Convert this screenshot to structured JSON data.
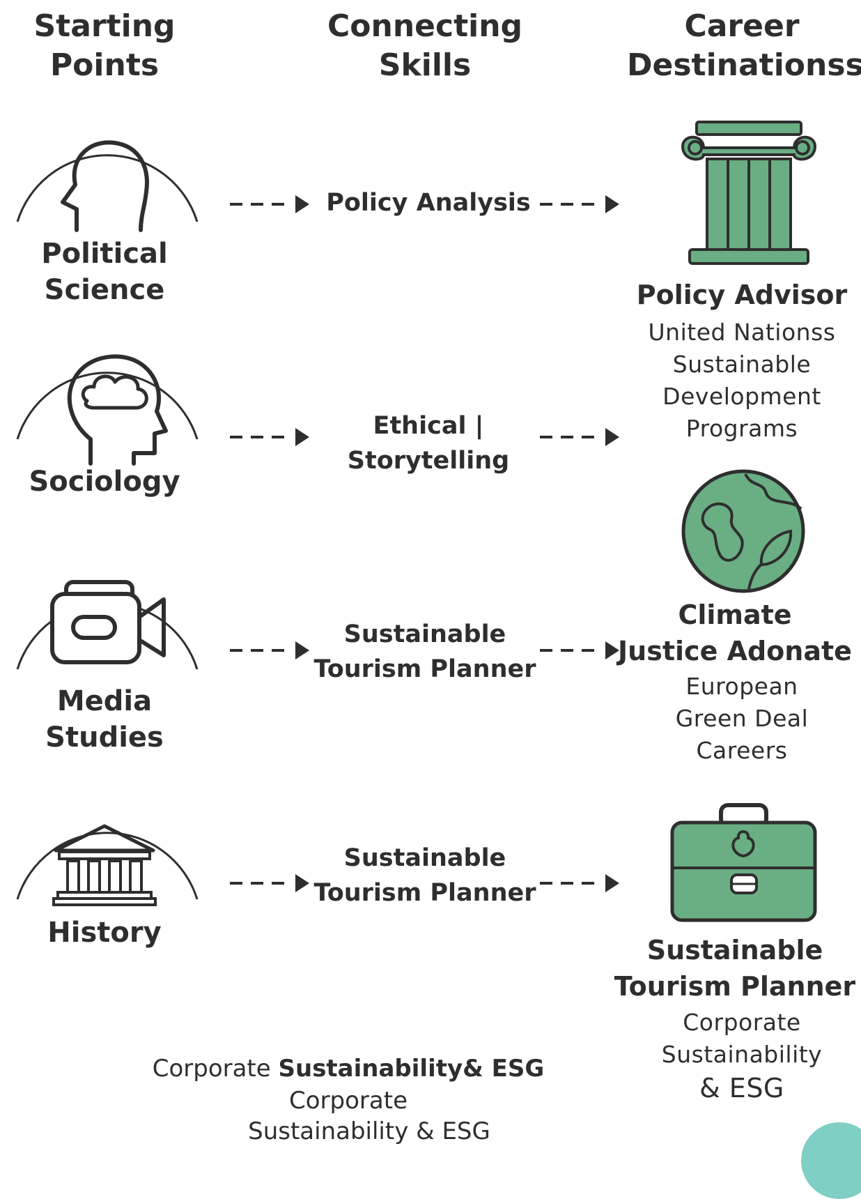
{
  "headers": {
    "starting": "Starting\nPoints",
    "connecting": "Connecting\nSkills",
    "destinations": "Career\nDestinationss"
  },
  "starting_points": [
    {
      "label": "Political\nScience",
      "icon": "head-profile-icon"
    },
    {
      "label": "Sociology",
      "icon": "head-brain-icon"
    },
    {
      "label": "Media\nStudies",
      "icon": "video-camera-icon"
    },
    {
      "label": "History",
      "icon": "classical-building-icon"
    }
  ],
  "skills": [
    {
      "label": "Policy Analysis"
    },
    {
      "label": "Ethical |\nStorytelling"
    },
    {
      "label": "Sustainable\nTourism Planner"
    },
    {
      "label": "Sustainable\nTourism Planner"
    }
  ],
  "destinations": [
    {
      "title": "Policy Advisor",
      "subtitle": "United Nationss\nSustainable\nDevelopment\nPrograms",
      "icon": "ionic-column-icon"
    },
    {
      "title": "Climate\nJustice Adonate",
      "subtitle": "European\nGreen Deal\nCareers",
      "icon": "globe-leaf-icon"
    },
    {
      "title": "Sustainable\nTourism Planner",
      "subtitle": "Corporate\nSustainability",
      "subtitle_extra": "& ESG",
      "icon": "briefcase-leaf-icon"
    }
  ],
  "footer": {
    "line1_prefix": "Corporate ",
    "line1_bold": "Sustainability& ESG",
    "line2": "Corporate",
    "line3": "Sustainability & ESG"
  },
  "colors": {
    "accent_green": "#6aae83",
    "accent_teal": "#7fcfc4",
    "ink": "#2e2e2e"
  }
}
